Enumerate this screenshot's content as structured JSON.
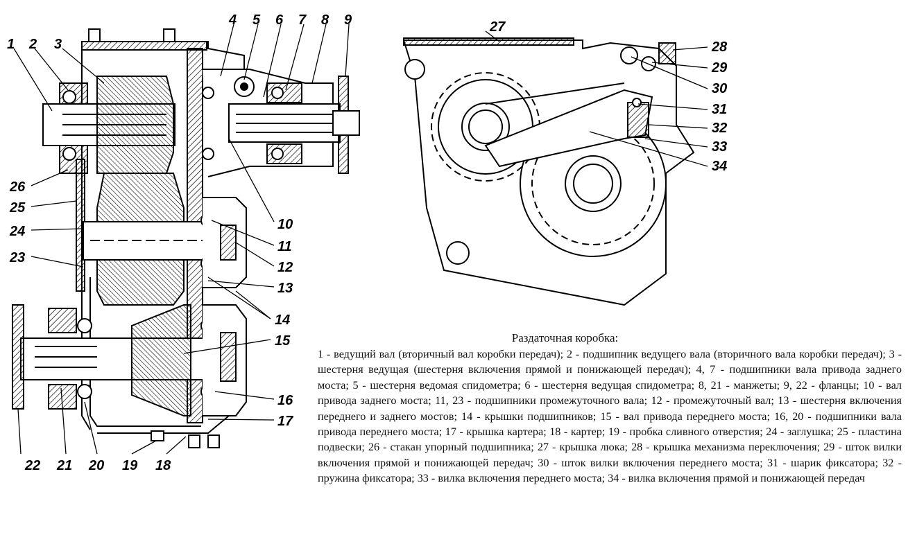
{
  "caption": {
    "title": "Раздаточная коробка:",
    "body": "1 - ведущий вал (вторичный вал коробки передач); 2 - подшипник ведущего вала (вторичного вала коробки передач); 3 - шестерня ведущая (шестерня включения прямой и понижающей передач); 4, 7 - подшипники вала привода заднего моста; 5 - шестерня ведомая спидометра; 6 - шестерня ведущая спидометра; 8, 21 - манжеты; 9, 22 - фланцы; 10 - вал привода заднего моста; 11, 23 - подшипники промежуточного вала; 12 - промежуточный вал; 13 - шестерня включения переднего и заднего мостов; 14 - крышки подшипников; 15 - вал привода переднего моста; 16, 20 - подшипники вала привода переднего моста; 17 - крышка картера; 18 - картер; 19 - пробка сливного отверстия; 24 - заглушка; 25 - пластина подвески; 26 - стакан упорный подшипника; 27 - крышка люка; 28 - крышка механизма переключения; 29 - шток вилки включения прямой и понижающей передач; 30 - шток вилки включения переднего моста; 31 - шарик фиксатора; 32 - пружина фиксатора; 33 - вилка включения переднего моста; 34 - вилка включения прямой и понижающей передач"
  },
  "labels": {
    "l1": "1",
    "l2": "2",
    "l3": "3",
    "l4": "4",
    "l5": "5",
    "l6": "6",
    "l7": "7",
    "l8": "8",
    "l9": "9",
    "l10": "10",
    "l11": "11",
    "l12": "12",
    "l13": "13",
    "l14": "14",
    "l15": "15",
    "l16": "16",
    "l17": "17",
    "l18": "18",
    "l19": "19",
    "l20": "20",
    "l21": "21",
    "l22": "22",
    "l23": "23",
    "l24": "24",
    "l25": "25",
    "l26": "26",
    "l27": "27",
    "l28": "28",
    "l29": "29",
    "l30": "30",
    "l31": "31",
    "l32": "32",
    "l33": "33",
    "l34": "34"
  }
}
